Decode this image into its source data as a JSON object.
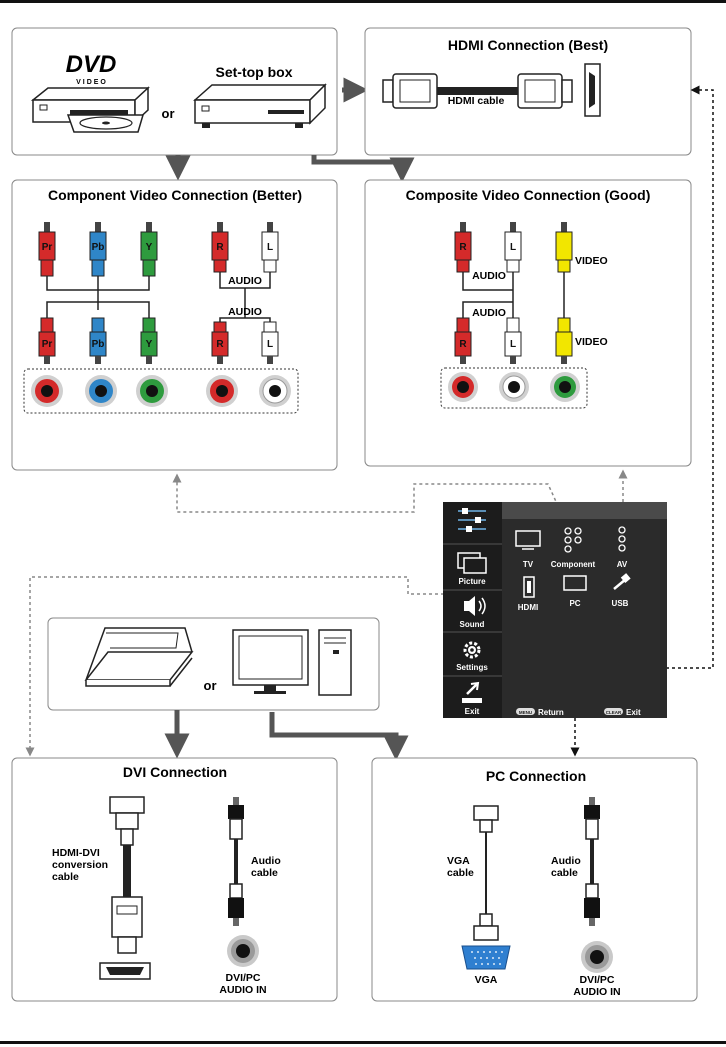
{
  "sources": {
    "dvd_logo": "DVD",
    "dvd_video": "VIDEO",
    "or": "or",
    "settop_label": "Set-top box"
  },
  "hdmi": {
    "title": "HDMI Connection (Best)",
    "cable_label": "HDMI cable"
  },
  "component": {
    "title": "Component Video Connection (Better)",
    "plugs": [
      "Pr",
      "Pb",
      "Y",
      "R",
      "L"
    ],
    "audio_label": "AUDIO",
    "colors": {
      "pr": "#d42a2a",
      "pb": "#2f86c8",
      "y": "#2e9b3e",
      "r": "#d42a2a",
      "l": "#ffffff"
    }
  },
  "composite": {
    "title": "Composite Video Connection (Good)",
    "plugs": [
      "R",
      "L"
    ],
    "audio_label": "AUDIO",
    "video_label": "VIDEO",
    "colors": {
      "r": "#d42a2a",
      "l": "#ffffff",
      "video": "#f2e600"
    }
  },
  "menu": {
    "sidebar": [
      "Picture",
      "Sound",
      "Settings",
      "Exit"
    ],
    "sources": [
      "TV",
      "Component",
      "AV",
      "HDMI",
      "PC",
      "USB"
    ],
    "footer_return_key": "MENU",
    "footer_return": "Return",
    "footer_exit_key": "CLEAR",
    "footer_exit": "Exit",
    "colors": {
      "bg": "#2b2b2b",
      "header": "#4a4a4a",
      "sidebar": "#1c1c1c"
    }
  },
  "pc_sources": {
    "or": "or"
  },
  "dvi": {
    "title": "DVI Connection",
    "cable_label": [
      "HDMI-DVI",
      "conversion",
      "cable"
    ],
    "audio_label": [
      "Audio",
      "cable"
    ],
    "jack_label": [
      "DVI/PC",
      "AUDIO IN"
    ]
  },
  "pc": {
    "title": "PC Connection",
    "vga_label": [
      "VGA",
      "cable"
    ],
    "audio_label": [
      "Audio",
      "cable"
    ],
    "vga_port": "VGA",
    "jack_label": [
      "DVI/PC",
      "AUDIO IN"
    ],
    "colors": {
      "vga": "#2f7fd0"
    }
  }
}
